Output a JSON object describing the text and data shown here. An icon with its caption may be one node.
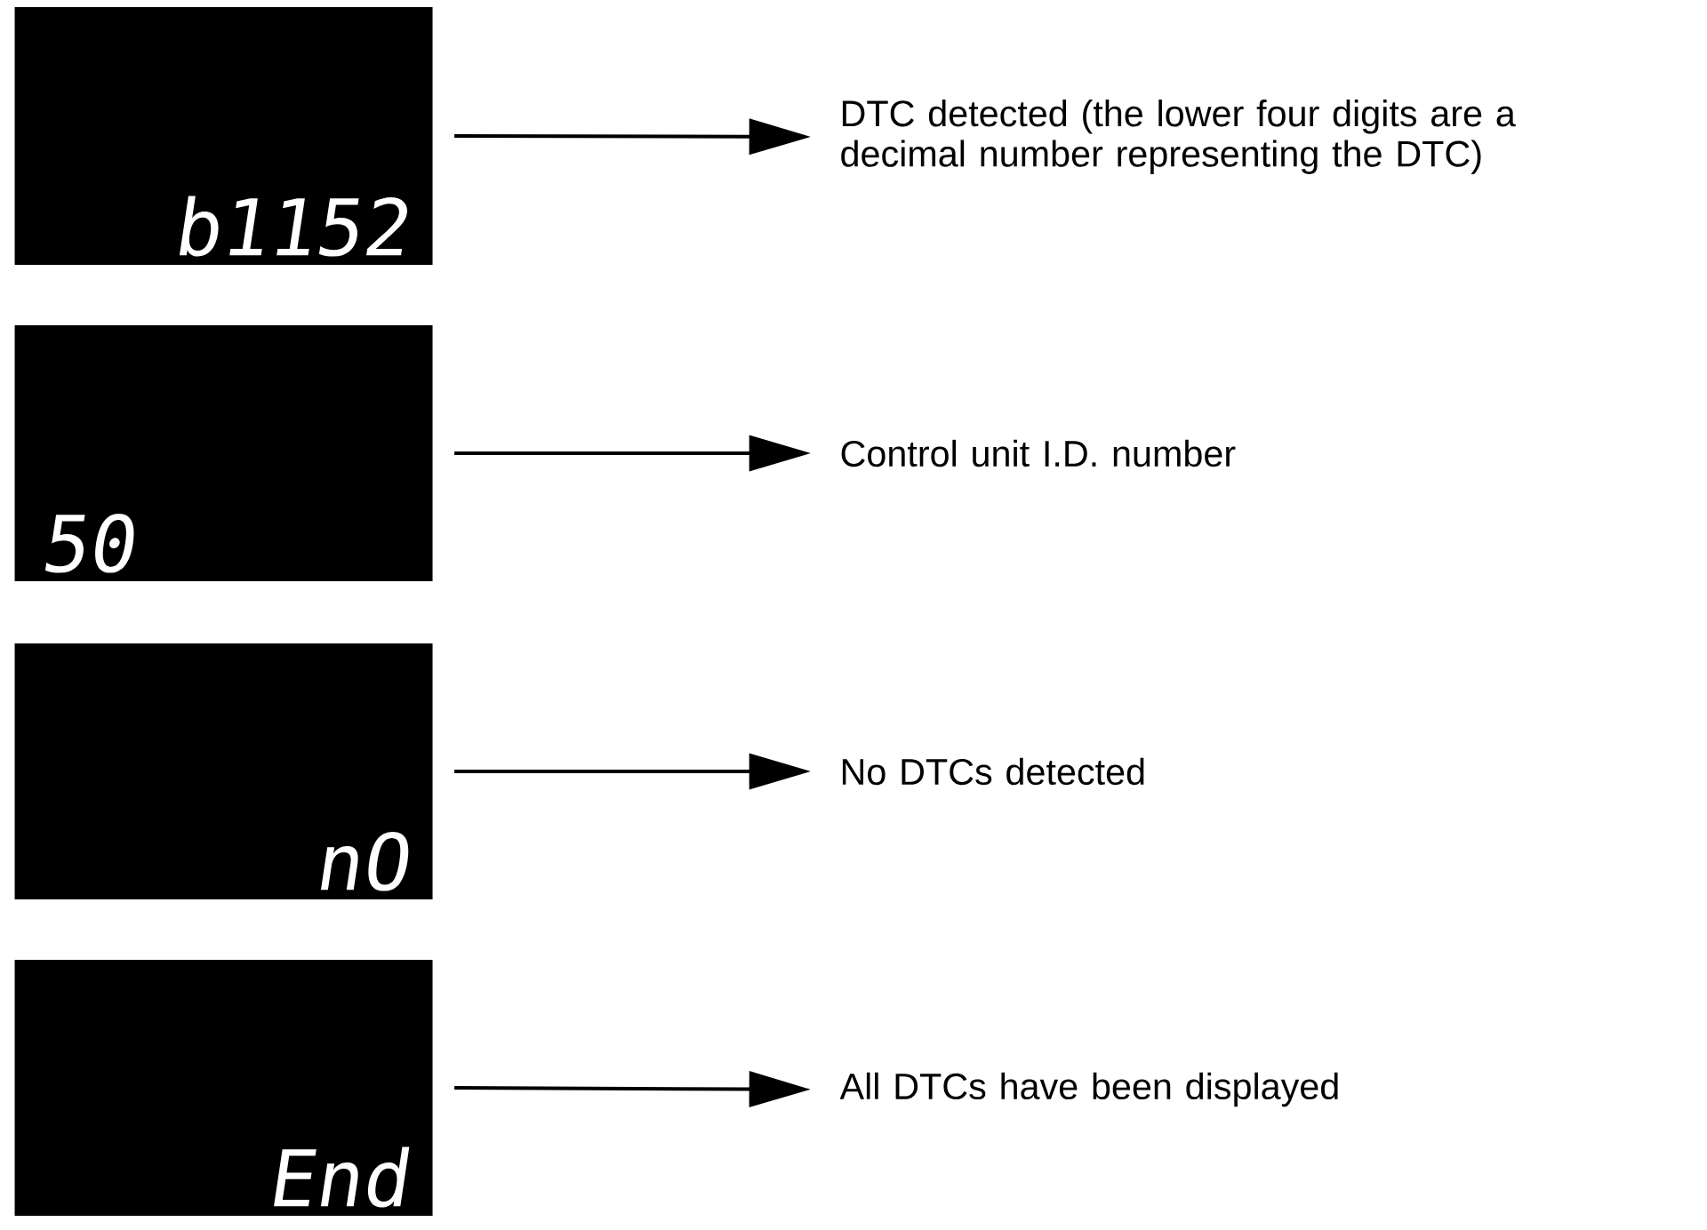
{
  "diagram": {
    "nodes": [
      {
        "text": [
          "b1152"
        ]
      },
      {
        "text": [
          "50"
        ]
      },
      {
        "text": [
          "nO"
        ]
      },
      {
        "text": [
          "End"
        ]
      },
      {
        "text": [
          "DTC detected (the lower four digits are a decimal number representing the DTC)"
        ]
      },
      {
        "text": [
          "Control unit I.D. number"
        ]
      },
      {
        "text": [
          "No DTCs detected"
        ]
      },
      {
        "text": [
          "All DTCs have been displayed"
        ]
      }
    ],
    "edges": [
      {
        "from": 0,
        "to": 4,
        "arrow": "to"
      },
      {
        "from": 1,
        "to": 5,
        "arrow": "to"
      },
      {
        "from": 2,
        "to": 6,
        "arrow": "to"
      },
      {
        "from": 3,
        "to": 7,
        "arrow": "to"
      }
    ]
  }
}
